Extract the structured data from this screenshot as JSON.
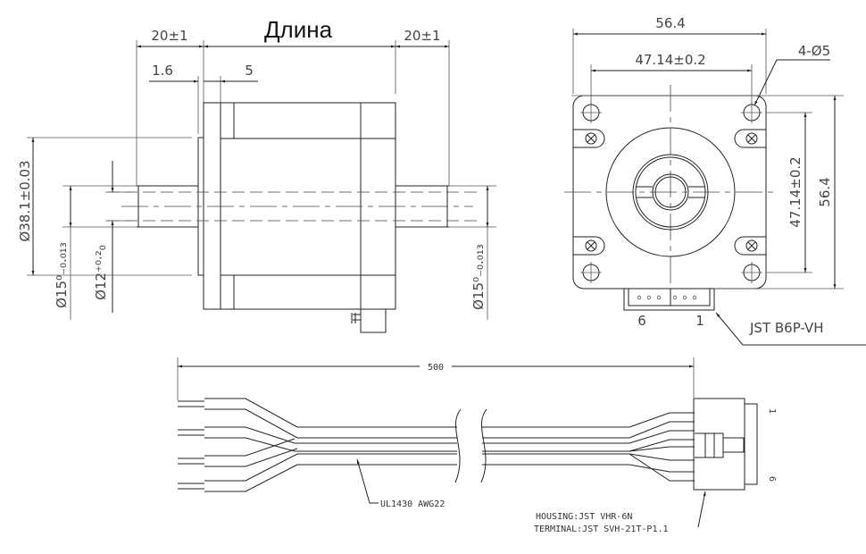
{
  "side_view": {
    "title": "Длина",
    "shaft_len_left": "20±1",
    "shaft_len_right": "20±1",
    "boss_thickness": "1.6",
    "flange_thickness": "5",
    "boss_diameter": "Ø38.1±0.03",
    "shaft_diameter_left": "Ø15⁰₋₀.₀₁₃",
    "shaft_flat": "Ø12⁺⁰·²₀",
    "shaft_diameter_right": "Ø15⁰₋₀.₀₁₃"
  },
  "front_view": {
    "width": "56.4",
    "hole_spacing_h": "47.14±0.2",
    "holes": "4-Ø5",
    "hole_spacing_v": "47.14±0.2",
    "height": "56.4",
    "pin_6": "6",
    "pin_1": "1",
    "connector": "JST B6P-VH"
  },
  "cable": {
    "length": "500",
    "wire_spec": "UL1430 AWG22",
    "housing": "HOUSING:JST VHR-6N",
    "terminal": "TERMINAL:JST SVH-21T-P1.1",
    "pin_1": "1",
    "pin_6": "6"
  }
}
